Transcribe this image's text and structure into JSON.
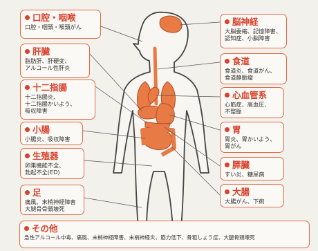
{
  "colors": {
    "accent": "#d9412a",
    "organ_fill": "#e87a45",
    "organ_stroke": "#b94b24",
    "box_border": "#e06a45"
  },
  "boxes": {
    "mouth": {
      "title": "口腔・咽喉",
      "desc": "口腔・咽頭・喉頭がん"
    },
    "liver": {
      "title": "肝臓",
      "desc": "脂肪肝、肝硬変、\nアルコール性肝炎"
    },
    "duod": {
      "title": "十二指腸",
      "desc": "十二指腸炎、\n十二指腸かいよう、\n吸収障害"
    },
    "small": {
      "title": "小腸",
      "desc": "小腸炎、吸収障害"
    },
    "repro": {
      "title": "生殖器",
      "desc": "卵巣機能不全、\n勃起不全(ED)"
    },
    "foot": {
      "title": "足",
      "desc": "痛風、末梢神経障害\n大腿骨骨頭壊死"
    },
    "brain": {
      "title": "脳神経",
      "desc": "大脳委縮、記憶障害、\n認知症、小脳障害"
    },
    "eso": {
      "title": "食道",
      "desc": "食道炎、食道がん、\n食道静脈瘤"
    },
    "heart": {
      "title": "心血管系",
      "desc": "心筋症、高血圧、\n不整脈"
    },
    "stomach": {
      "title": "胃",
      "desc": "胃炎、胃かいよう、\n胃がん"
    },
    "pancreas": {
      "title": "膵臓",
      "desc": "すい炎、糖尿病"
    },
    "colon": {
      "title": "大腸",
      "desc": "大腸がん、下痢"
    },
    "other": {
      "title": "その他",
      "desc": "急性アルコール中毒、痛風、末梢神経障害、末梢神経炎、筋力低下、骨粗しょう症、大腿骨頭壊死"
    }
  }
}
